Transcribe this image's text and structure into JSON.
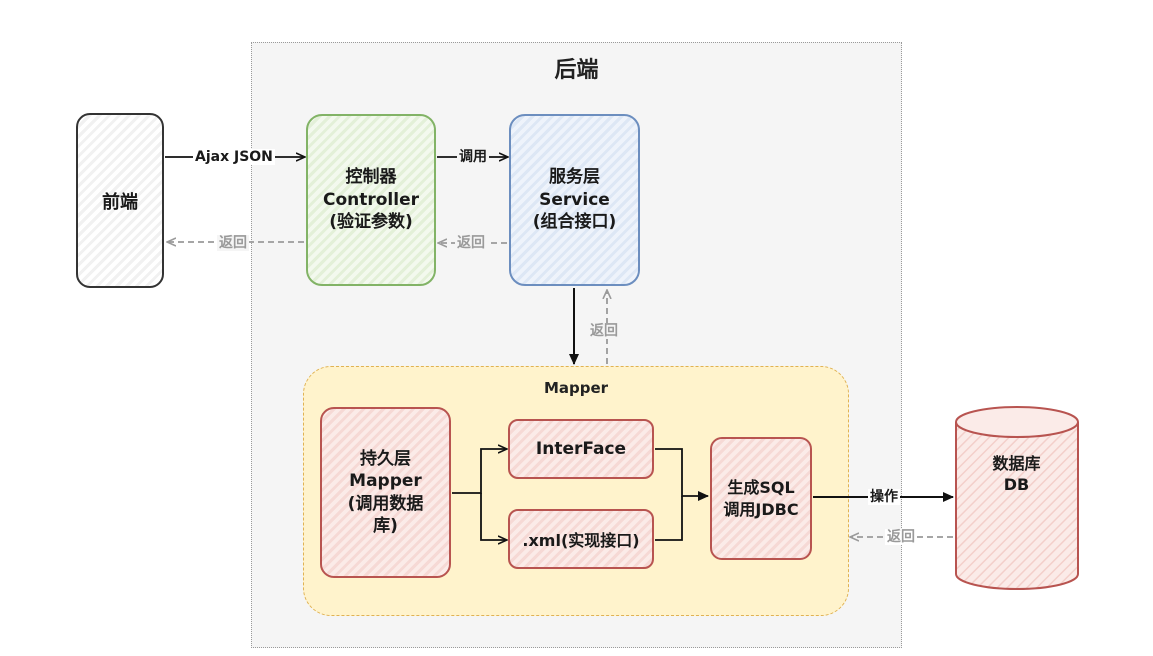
{
  "backend": {
    "title": "后端"
  },
  "mapper_group": {
    "title": "Mapper"
  },
  "frontend": {
    "label": "前端"
  },
  "controller": {
    "line1": "控制器",
    "line2": "Controller",
    "line3": "(验证参数)"
  },
  "service": {
    "line1": "服务层",
    "line2": "Service",
    "line3": "(组合接口)"
  },
  "persistence": {
    "line1": "持久层",
    "line2": "Mapper",
    "line3": "(调用数据",
    "line4": "库)"
  },
  "interface_box": {
    "label": "InterFace"
  },
  "xml_box": {
    "label": ".xml(实现接口)"
  },
  "sql_box": {
    "line1": "生成SQL",
    "line2": "调用JDBC"
  },
  "database": {
    "line1": "数据库",
    "line2": "DB"
  },
  "edges": {
    "ajax_json": "Ajax JSON",
    "call": "调用",
    "return": "返回",
    "operate": "操作"
  },
  "colors": {
    "controller": "#82b366",
    "service": "#6c8ebf",
    "mapper_nodes": "#b85450",
    "mapper_group": "#e0b253",
    "return_arrow": "#9a9a9a"
  }
}
